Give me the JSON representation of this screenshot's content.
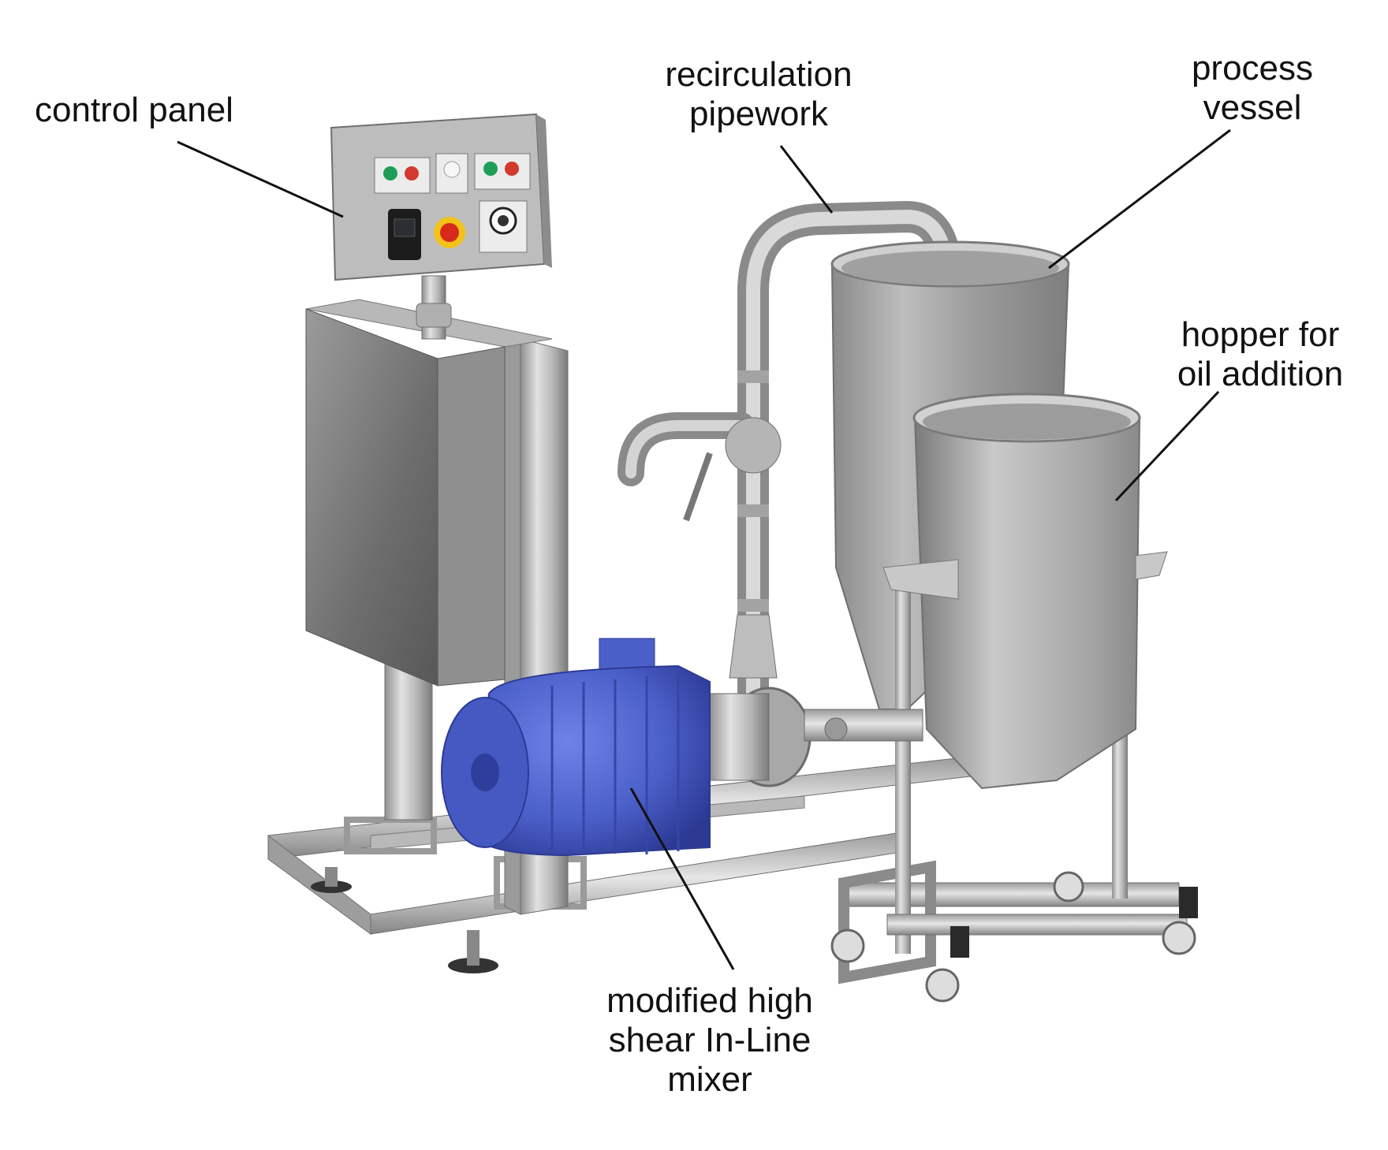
{
  "labels": {
    "control_panel": [
      "control panel"
    ],
    "recirculation_pipework": [
      "recirculation",
      "pipework"
    ],
    "process_vessel": [
      "process",
      "vessel"
    ],
    "hopper": [
      "hopper for",
      "oil addition"
    ],
    "mixer": [
      "modified high",
      "shear In-Line",
      "mixer"
    ]
  },
  "colors": {
    "steel_light": "#d6d6d6",
    "steel_mid": "#a9a9a9",
    "steel_dark": "#6e6e6e",
    "motor_blue": "#4b5fc9",
    "motor_dark": "#2c3a94",
    "leader_line": "#111111",
    "emergency_red": "#d62a1a",
    "emergency_yellow": "#f2c21a",
    "button_green": "#1f9e57",
    "button_red": "#d23a2e"
  }
}
